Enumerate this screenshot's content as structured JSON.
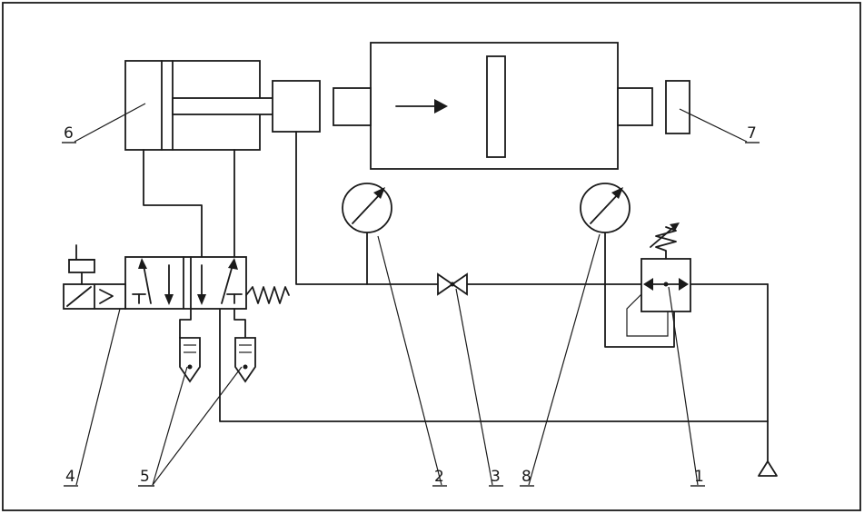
{
  "labels": {
    "valve_4": "4",
    "silencers_5": "5",
    "cylinder_6": "6",
    "sensor_7": "7",
    "gauge_2": "2",
    "throttle_3": "3",
    "gauge_8": "8",
    "regulator_1": "1"
  }
}
